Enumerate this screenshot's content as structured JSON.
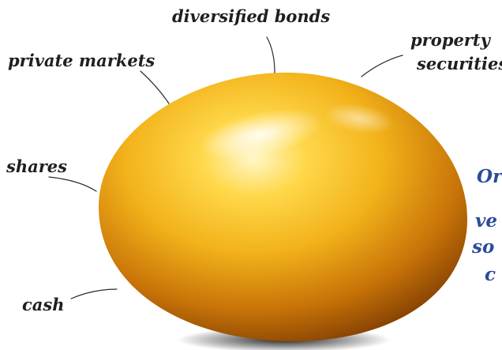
{
  "labels": {
    "diversified_bonds": "diversified bonds",
    "private_markets": "private markets",
    "property": "property",
    "securities": "securities",
    "shares": "shares",
    "cash": "cash"
  },
  "side_text": {
    "line1": "Or",
    "line2": "ve",
    "line3": "so",
    "line4": "c"
  },
  "colors": {
    "label_text": "#1f1f1f",
    "side_text": "#2b4c9a",
    "egg_highlight": "#fff3b0",
    "egg_mid": "#f2b21a",
    "egg_dark": "#7a3a00",
    "background": "#ffffff"
  }
}
